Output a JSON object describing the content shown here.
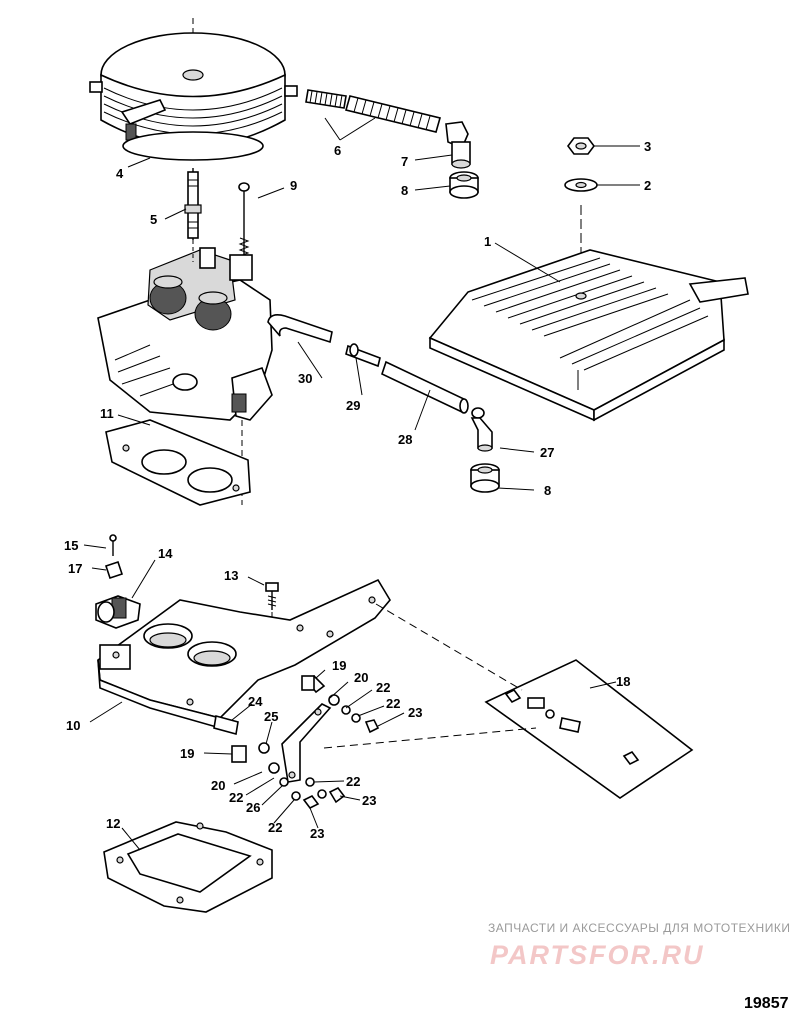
{
  "figure_number": "19857",
  "watermark": {
    "tagline": "ЗАПЧАСТИ И АКСЕССУАРЫ ДЛЯ МОТОТЕХНИКИ",
    "brand": "PARTSFOR.RU"
  },
  "callouts": {
    "c1": "1",
    "c2": "2",
    "c3": "3",
    "c4": "4",
    "c5": "5",
    "c6": "6",
    "c7": "7",
    "c8a": "8",
    "c8b": "8",
    "c9": "9",
    "c10": "10",
    "c11": "11",
    "c12": "12",
    "c13": "13",
    "c14": "14",
    "c15": "15",
    "c17": "17",
    "c18": "18",
    "c19a": "19",
    "c19b": "19",
    "c20a": "20",
    "c20b": "20",
    "c22a": "22",
    "c22b": "22",
    "c22c": "22",
    "c22d": "22",
    "c22e": "22",
    "c23a": "23",
    "c23b": "23",
    "c23c": "23",
    "c24": "24",
    "c25": "25",
    "c26": "26",
    "c27": "27",
    "c28": "28",
    "c29": "29",
    "c30": "30"
  }
}
